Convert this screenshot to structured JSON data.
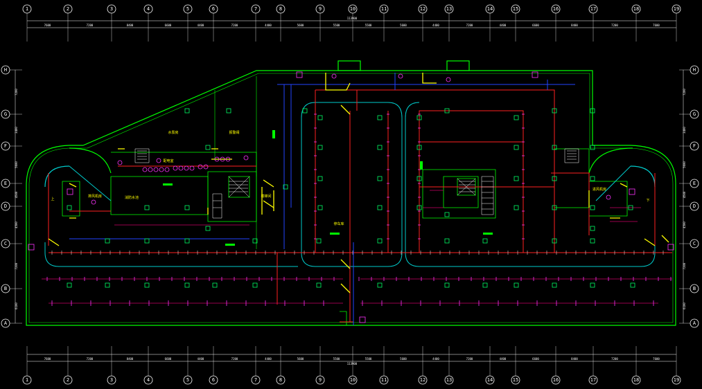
{
  "colors": {
    "background": "#000000",
    "wall": "#00ff00",
    "ramp": "#00cccc",
    "main_pipe": "#ff2020",
    "branch_pipe": "#cc0066",
    "blue_line": "#2244ff",
    "yellow": "#ffff00",
    "magenta": "#ff33ff",
    "white": "#ffffff",
    "fixture": "#00ff66"
  },
  "drawing": {
    "total_length": "113900",
    "columns": [
      "1",
      "2",
      "3",
      "4",
      "5",
      "6",
      "7",
      "8",
      "9",
      "10",
      "11",
      "12",
      "13",
      "14",
      "15",
      "16",
      "17",
      "18",
      "19"
    ],
    "column_spacing": [
      "7600",
      "7200",
      "8400",
      "6600",
      "4400",
      "7200",
      "4400",
      "5600",
      "5500",
      "5500",
      "5600",
      "4400",
      "7200",
      "4400",
      "6600",
      "8400",
      "7200",
      "7600"
    ],
    "rows": [
      "H",
      "G",
      "F",
      "E",
      "D",
      "C",
      "B",
      "A"
    ],
    "row_spacing": [
      "7200",
      "3400",
      "5600",
      "4500",
      "4500",
      "7200",
      "6100"
    ],
    "rooms": [
      "水泵房",
      "报警阀",
      "消防水池",
      "配电室",
      "楼梯间",
      "停车库",
      "排风机房",
      "进风机房",
      "上",
      "下"
    ]
  }
}
